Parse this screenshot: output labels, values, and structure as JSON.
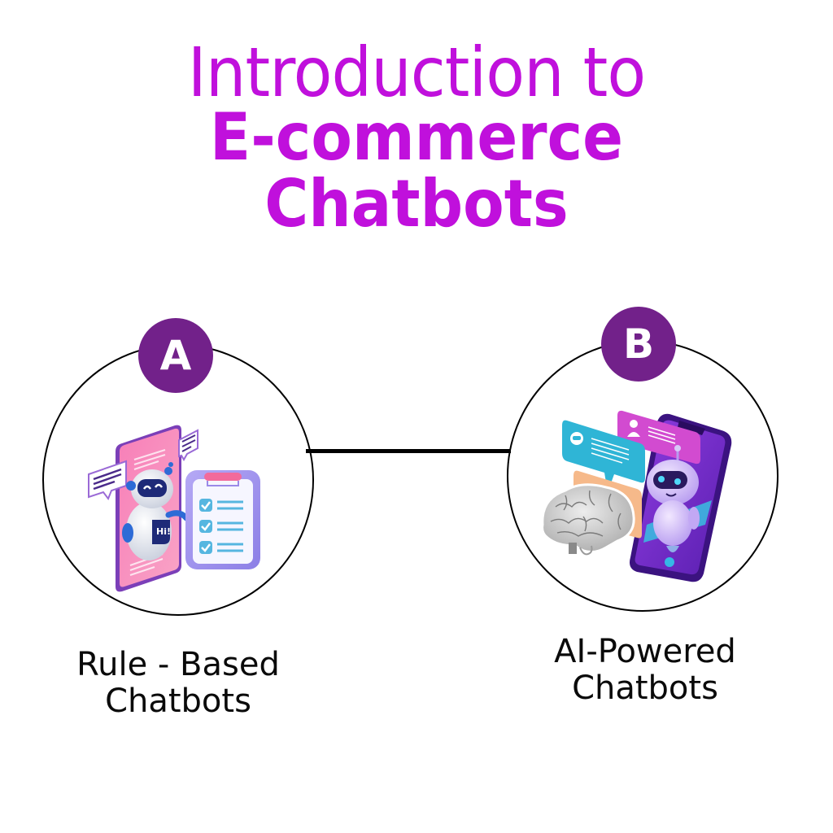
{
  "title": {
    "line1": "Introduction to",
    "line2": "E-commerce",
    "line3": "Chatbots",
    "color": "#C010DC"
  },
  "nodes": [
    {
      "badge": "A",
      "badge_color": "#72218A",
      "label_line1": "Rule - Based",
      "label_line2": "Chatbots",
      "illustration": "robot-with-checklist-clipboard"
    },
    {
      "badge": "B",
      "badge_color": "#72218A",
      "label_line1": "AI-Powered",
      "label_line2": "Chatbots",
      "illustration": "robot-phone-with-brain"
    }
  ],
  "connector": {
    "color": "#000000"
  },
  "illustration_a": {
    "screen_text": "Hi!"
  }
}
